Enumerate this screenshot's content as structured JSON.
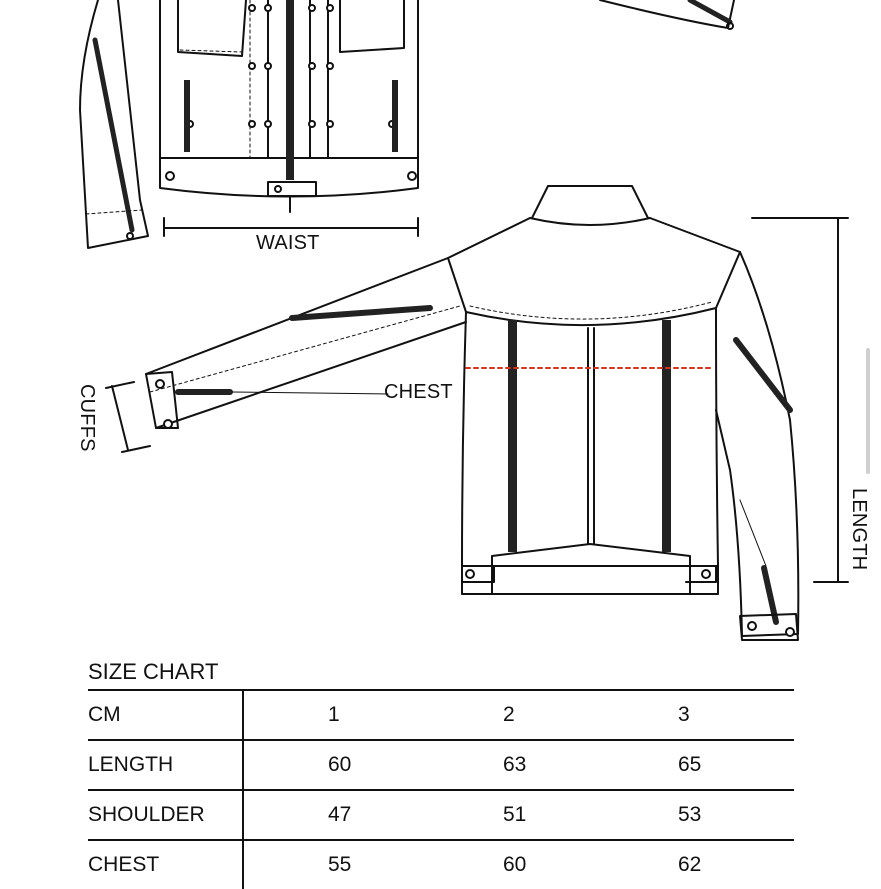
{
  "figure": {
    "labels": {
      "waist": "WAIST",
      "chest": "CHEST",
      "cuffs": "CUFFS",
      "length": "LENGTH"
    }
  },
  "size_chart": {
    "title": "SIZE CHART",
    "header": [
      "CM",
      "1",
      "2",
      "3"
    ],
    "rows": [
      {
        "label": "LENGTH",
        "values": [
          "60",
          "63",
          "65"
        ]
      },
      {
        "label": "SHOULDER",
        "values": [
          "47",
          "51",
          "53"
        ]
      },
      {
        "label": "CHEST",
        "values": [
          "55",
          "60",
          "62"
        ]
      }
    ]
  },
  "colors": {
    "line": "#111111",
    "chest_guide": "#d9301e"
  }
}
